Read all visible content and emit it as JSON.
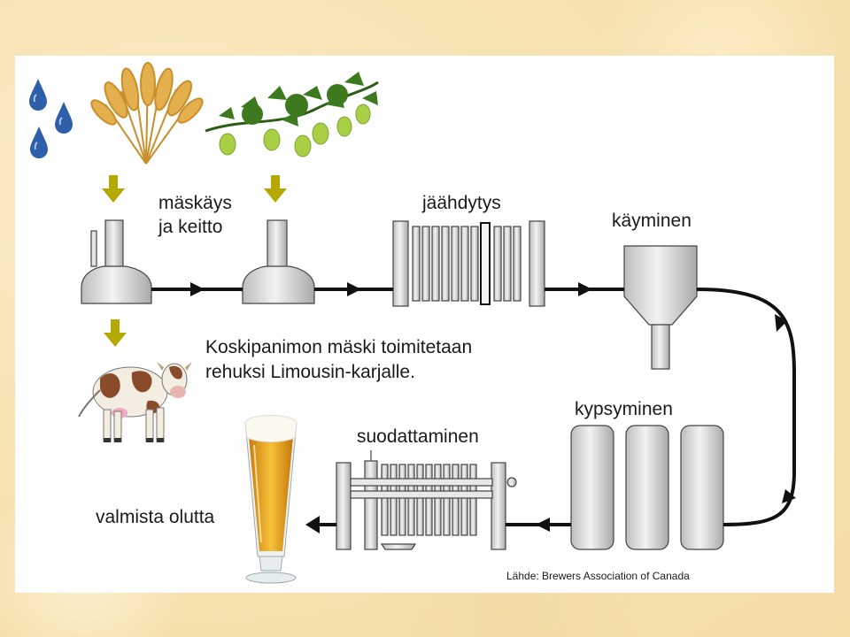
{
  "diagram": {
    "steps": {
      "mashing_line1": "mäskäys",
      "mashing_line2": "ja keitto",
      "cooling": "jäähdytys",
      "fermentation": "käyminen",
      "maturation": "kypsyminen",
      "filtering": "suodattaminen",
      "finished": "valmista olutta"
    },
    "note_line1": "Koskipanimon mäski toimitetaan",
    "note_line2": "rehuksi Limousin-karjalle.",
    "source": "Lähde: Brewers Association of Canada"
  },
  "colors": {
    "flow_arrow": "#111111",
    "input_arrow": "#b5a800",
    "water_drop": "#2f5fa8",
    "barley": "#d9a441",
    "hop_leaf": "#3d7a1f",
    "hop_cone": "#a9cf45",
    "vessel_fill": "#d9d9d9",
    "beer": "#e8a41a"
  },
  "icons": [
    "water-drops-icon",
    "barley-icon",
    "hops-icon",
    "cow-icon",
    "beer-glass-icon"
  ]
}
